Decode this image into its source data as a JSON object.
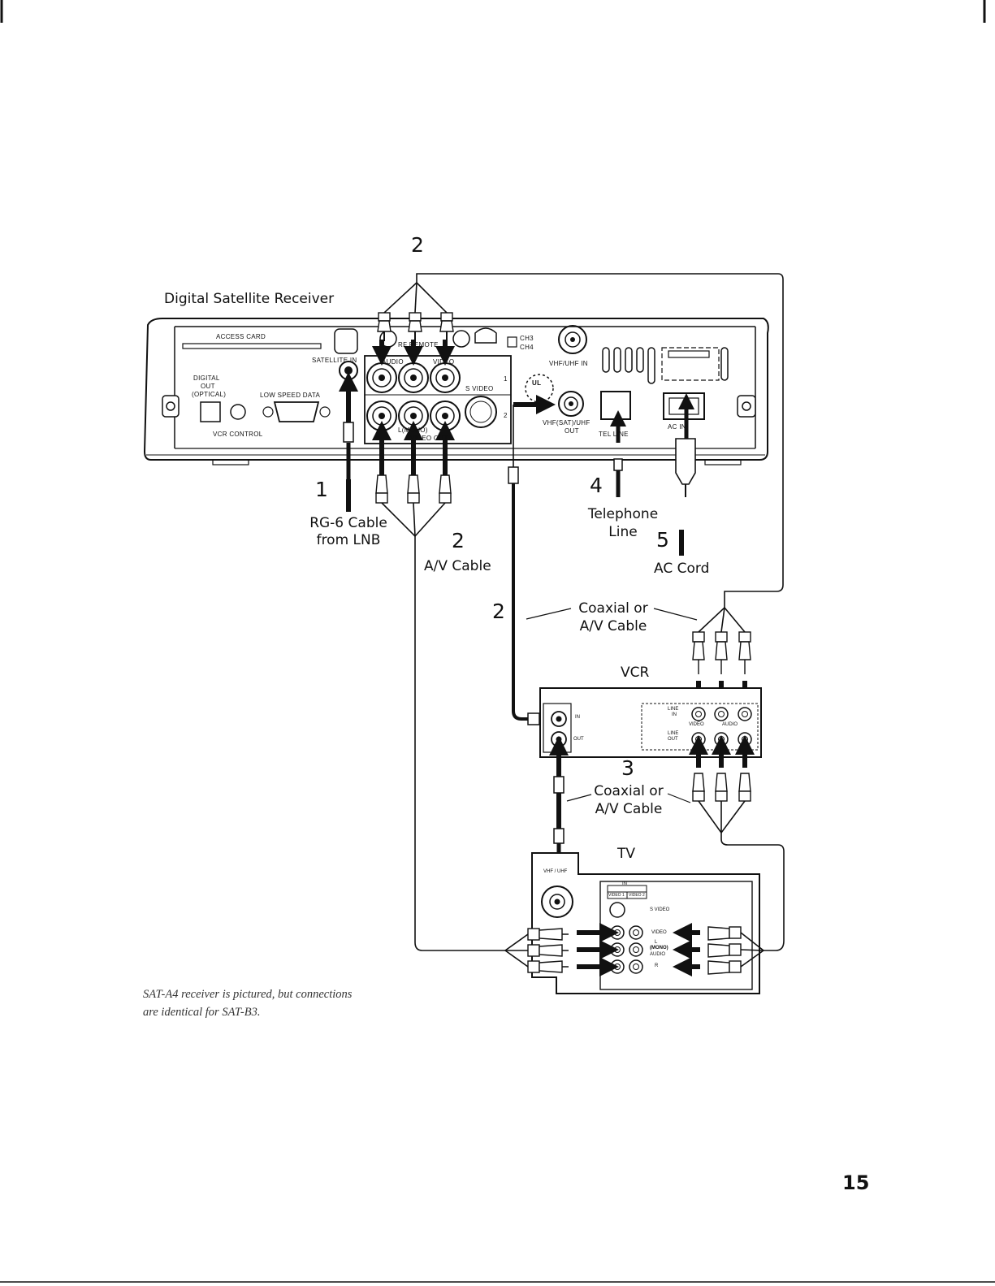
{
  "receiver": {
    "title": "Digital Satellite Receiver",
    "labels": {
      "access_card": "ACCESS CARD",
      "satellite_in": "SATELLITE IN",
      "digital_out_1": "DIGITAL",
      "digital_out_2": "OUT",
      "digital_out_3": "(OPTICAL)",
      "low_speed_data": "LOW SPEED DATA",
      "vcr_control": "VCR CONTROL",
      "audio": "AUDIO",
      "video": "VIDEO",
      "rf_remote": "RF REMOTE",
      "s_video": "S VIDEO",
      "l_mono": "L(MONO)",
      "video_out": "VIDEO OUT",
      "ch3": "CH3",
      "ch4": "CH4",
      "vhf_uhf_in": "VHF/UHF IN",
      "vhf_sat_uhf_out_1": "VHF(SAT)/UHF",
      "vhf_sat_uhf_out_2": "OUT",
      "tel_line": "TEL LINE",
      "ac_in": "AC IN",
      "port_1": "1",
      "port_2": "2",
      "ul_mark": "UL"
    }
  },
  "callouts": {
    "step2_top": "2",
    "step1": "1",
    "rg6_1": "RG-6 Cable",
    "rg6_2": "from LNB",
    "step2_av": "2",
    "av_cable": "A/V Cable",
    "step4": "4",
    "telephone_1": "Telephone",
    "telephone_2": "Line",
    "step5": "5",
    "ac_cord": "AC Cord",
    "step2_coax": "2",
    "coax_or_1": "Coaxial or",
    "coax_or_2": "A/V Cable",
    "step3": "3",
    "coax_or_3": "Coaxial or",
    "coax_or_4": "A/V Cable"
  },
  "vcr": {
    "title": "VCR",
    "labels": {
      "in": "IN",
      "out": "OUT",
      "line_in_1": "LINE",
      "line_in_2": "IN",
      "line_out_1": "LINE",
      "line_out_2": "OUT",
      "video": "VIDEO",
      "audio": "AUDIO"
    }
  },
  "tv": {
    "title": "TV",
    "labels": {
      "vhf_uhf": "VHF / UHF",
      "in": "IN",
      "video1": "VIDEO 1",
      "video2": "VIDEO 2",
      "s_video": "S VIDEO",
      "video": "VIDEO",
      "l": "L",
      "mono": "(MONO)",
      "audio": "AUDIO",
      "r": "R"
    }
  },
  "caption_1": "SAT-A4 receiver is pictured, but connections",
  "caption_2": "are identical for SAT-B3.",
  "page_number": "15"
}
